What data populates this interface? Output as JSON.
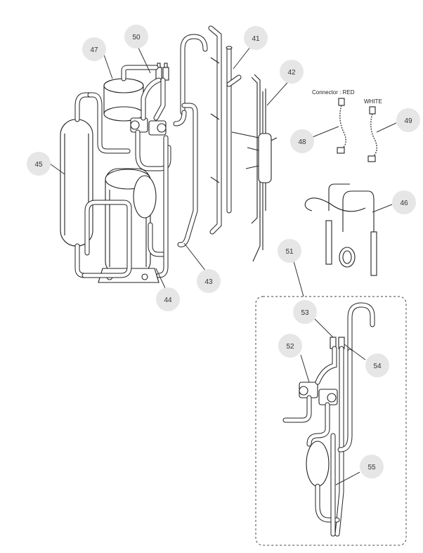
{
  "callouts": [
    {
      "id": "41",
      "label": "41"
    },
    {
      "id": "42",
      "label": "42"
    },
    {
      "id": "43",
      "label": "43"
    },
    {
      "id": "44",
      "label": "44"
    },
    {
      "id": "45",
      "label": "45"
    },
    {
      "id": "46",
      "label": "46"
    },
    {
      "id": "47",
      "label": "47"
    },
    {
      "id": "48",
      "label": "48"
    },
    {
      "id": "49",
      "label": "49"
    },
    {
      "id": "50",
      "label": "50"
    },
    {
      "id": "51",
      "label": "51"
    },
    {
      "id": "52",
      "label": "52"
    },
    {
      "id": "53",
      "label": "53"
    },
    {
      "id": "54",
      "label": "54"
    },
    {
      "id": "55",
      "label": "55"
    }
  ],
  "connector_labels": {
    "red": "Connector : RED",
    "white": "WHITE"
  }
}
